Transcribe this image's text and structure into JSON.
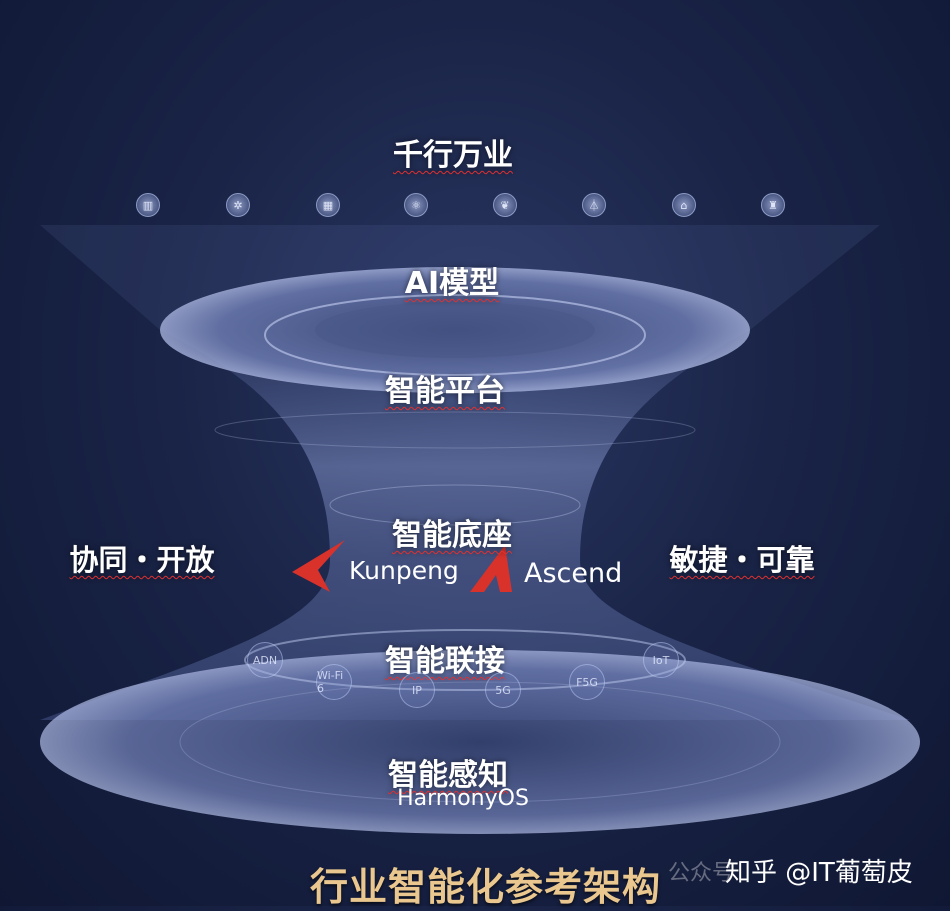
{
  "layers": {
    "industries": "千行万业",
    "ai_model": "AI模型",
    "platform": "智能平台",
    "foundation": "智能底座",
    "connectivity": "智能联接",
    "perception": "智能感知"
  },
  "industry_icons": [
    "factory-icon",
    "gear-icon",
    "building-icon",
    "atom-icon",
    "leaf-icon",
    "tower-icon",
    "bank-icon",
    "plant-icon"
  ],
  "side_left": "协同・开放",
  "side_right": "敏捷・可靠",
  "logos": {
    "kunpeng": "Kunpeng",
    "ascend": "Ascend",
    "harmony": "HarmonyOS"
  },
  "network_nodes": [
    "ADN",
    "Wi-Fi 6",
    "IP",
    "5G",
    "F5G",
    "IoT"
  ],
  "bottom_title": "行业智能化参考架构",
  "watermark": {
    "faint": "公众号",
    "text": "知乎 @IT葡萄皮"
  },
  "colors": {
    "background": "#1a2447",
    "title_gold": "#e9c78e",
    "logo_red": "#d8322b"
  }
}
